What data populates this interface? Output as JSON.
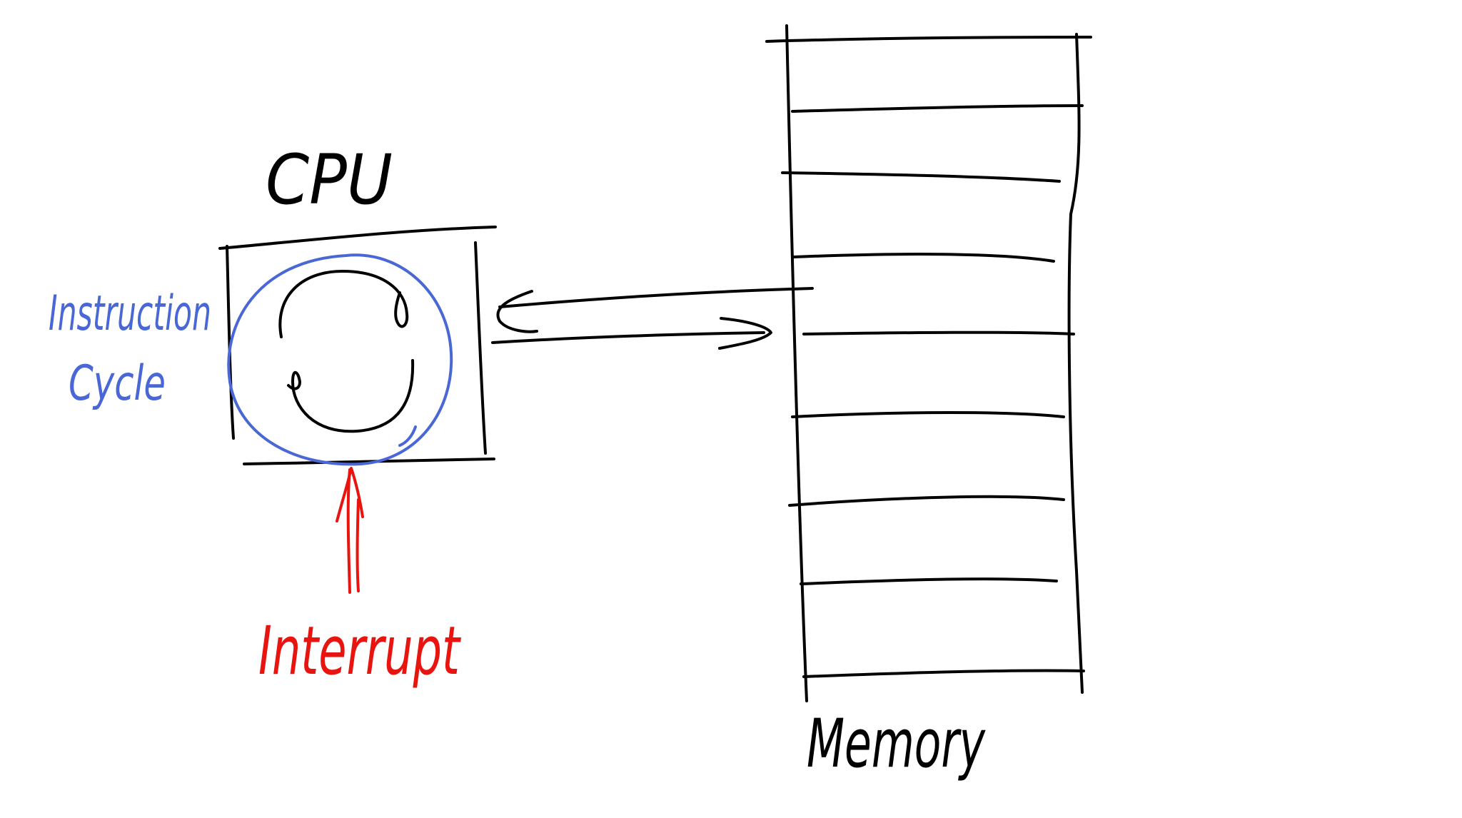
{
  "labels": {
    "cpu": "CPU",
    "instruction_cycle_line1": "Instruction",
    "instruction_cycle_line2": "Cycle",
    "interrupt": "Interrupt",
    "memory": "Memory"
  },
  "colors": {
    "ink": "#000000",
    "cycle": "#4a67d6",
    "interrupt": "#e8140f",
    "background": "#ffffff"
  },
  "memory": {
    "cell_count": 8
  }
}
